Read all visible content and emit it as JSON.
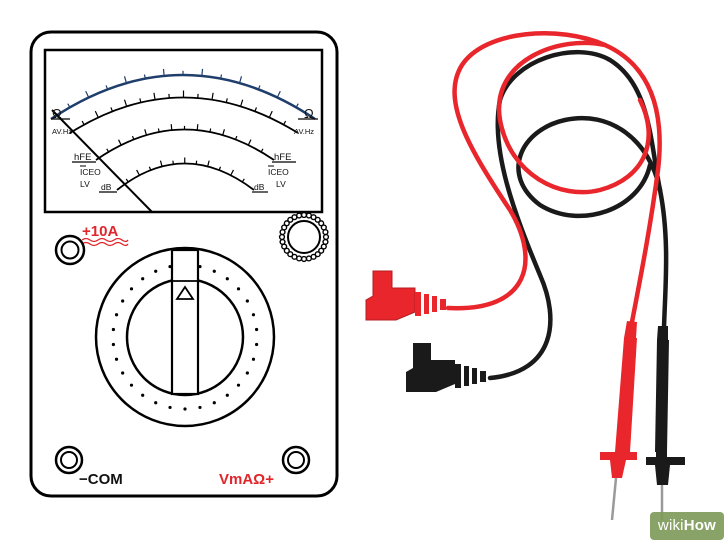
{
  "meter": {
    "scale_labels": {
      "ohm_left": "Ω",
      "ohm_right": "Ω",
      "avhz_left": "AV.Hz",
      "avhz_right": "AV.Hz",
      "hfe_left": "hFE",
      "hfe_right": "hFE",
      "iceo_left": "ICEO",
      "iceo_right": "ICEO",
      "lv_left": "LV",
      "lv_right": "LV",
      "db_left": "dB",
      "db_right": "dB"
    },
    "jacks": {
      "ten_amp": "+10A",
      "com": "−COM",
      "vma_ohm": "VmAΩ+"
    },
    "colors": {
      "outline": "#000000",
      "scale_arc": "#1f3e6b",
      "jack_label_red": "#e0262b",
      "probe_red": "#e8262b",
      "probe_black": "#1a1a1a"
    }
  },
  "watermark": {
    "prefix": "wiki",
    "suffix": "How"
  }
}
